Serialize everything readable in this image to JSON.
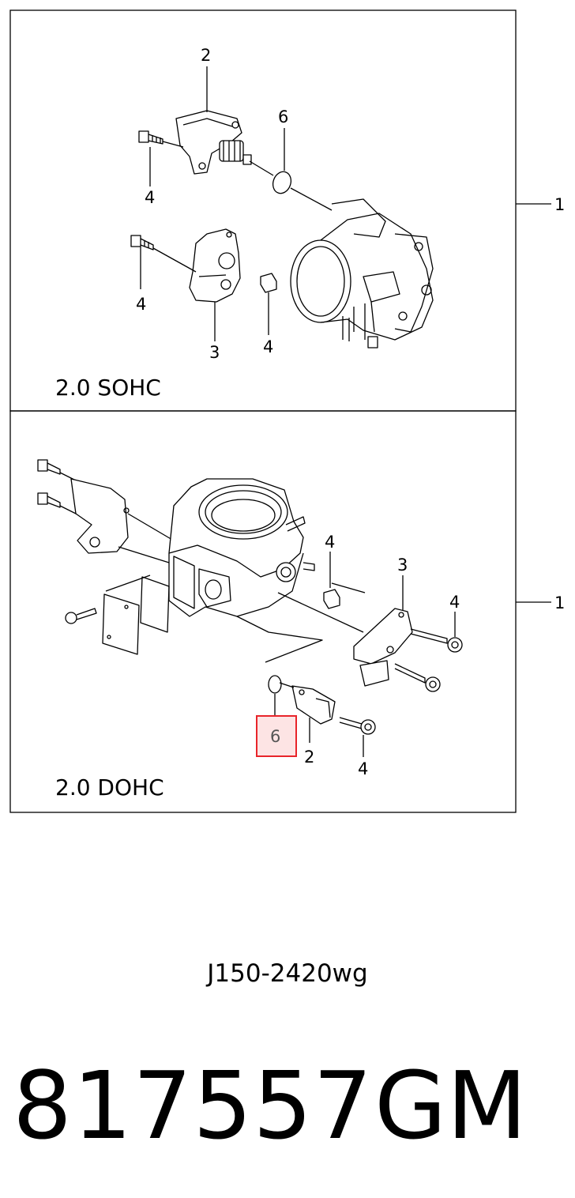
{
  "panels": {
    "top": {
      "variant_label": "2.0 SOHC",
      "assembly_ref": "1"
    },
    "bottom": {
      "variant_label": "2.0 DOHC",
      "assembly_ref": "1"
    }
  },
  "callouts": {
    "top_idle_valve": "2",
    "top_oring": "6",
    "top_bolt_a": "4",
    "top_bolt_b": "4",
    "top_tps": "3",
    "top_nut": "4",
    "bot_nut": "4",
    "bot_tps": "3",
    "bot_bolt_right": "4",
    "bot_oring_highlight": "6",
    "bot_idle_valve": "2",
    "bot_bolt_bottom": "4"
  },
  "highlight": {
    "color": "#e8242a",
    "fill": "#fde4e4"
  },
  "footer": {
    "diagram_code": "J150-2420wg",
    "part_number": "817557",
    "brand": "GM"
  }
}
